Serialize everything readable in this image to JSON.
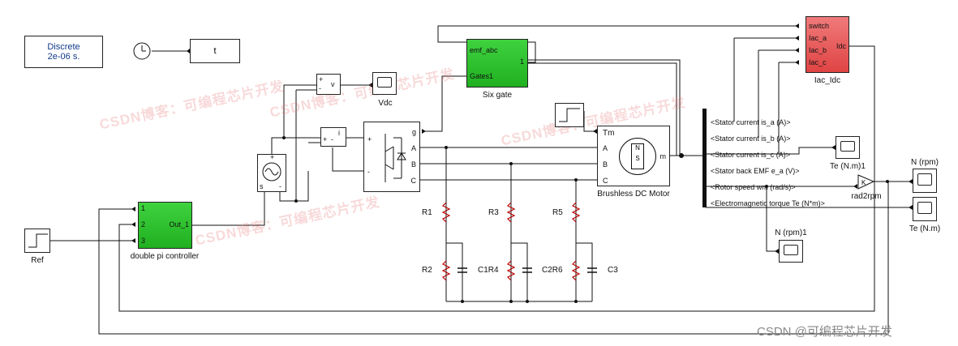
{
  "discrete": {
    "line1": "Discrete",
    "line2": "2e-06 s."
  },
  "clock_out": "t",
  "vdc_label": "Vdc",
  "six_gate": {
    "label": "Six gate",
    "in1": "emf_abc",
    "in2": "Gates1",
    "out1": "1"
  },
  "iac_idc": {
    "label": "Iac_Idc",
    "in_switch": "switch",
    "in_a": "Iac_a",
    "in_b": "Iac_b",
    "in_c": "Iac_c",
    "out": "Idc"
  },
  "voltage_meas": {
    "plus": "+",
    "minus": "-",
    "out": "v"
  },
  "current_meas": {
    "in_plus": "+",
    "in_minus": "-",
    "out": "i"
  },
  "inverter": {
    "port_g": "g",
    "port_a": "A",
    "port_b": "B",
    "port_c": "C",
    "plus": "+",
    "minus": "-"
  },
  "motor": {
    "label": "Brushless DC Motor",
    "tm": "Tm",
    "a": "A",
    "b": "B",
    "c": "C",
    "m": "m",
    "n": "N",
    "s": "S"
  },
  "dc_source": {
    "plus": "+",
    "minus": "-",
    "s": "s"
  },
  "controller": {
    "label": "double pi controller",
    "in1": "1",
    "in2": "2",
    "in3": "3",
    "out": "Out_1"
  },
  "ref_label": "Ref",
  "resistors": [
    "R1",
    "R3",
    "R5",
    "R2",
    "C1R4",
    "C2R6",
    "C3"
  ],
  "signals": [
    "<Stator current is_a (A)>",
    "<Stator current is_b (A)>",
    "<Stator current is_c (A)>",
    "<Stator back EMF e_a (V)>",
    "<Rotor speed wm (rad/s)>",
    "<Electromagnetic torque Te (N*m)>"
  ],
  "scopes": {
    "te1": "Te (N.m)1",
    "n_rpm": "N (rpm)",
    "te": "Te (N.m)",
    "n_rpm1": "N (rpm)1"
  },
  "gain": {
    "symbol": "K",
    "label": "rad2rpm"
  },
  "watermarks": [
    "CSDN博客：可编程芯片开发",
    "CSDN博客：可编程芯片开发",
    "CSDN博客：可编程芯片开发",
    "CSDN博客：可编程芯片开发"
  ],
  "footer_watermark": "CSDN @可编程芯片开发",
  "colors": {
    "green_block": "#2fc82f",
    "red_block": "#e85555",
    "wire": "#111111",
    "watermark": "#e67878"
  }
}
